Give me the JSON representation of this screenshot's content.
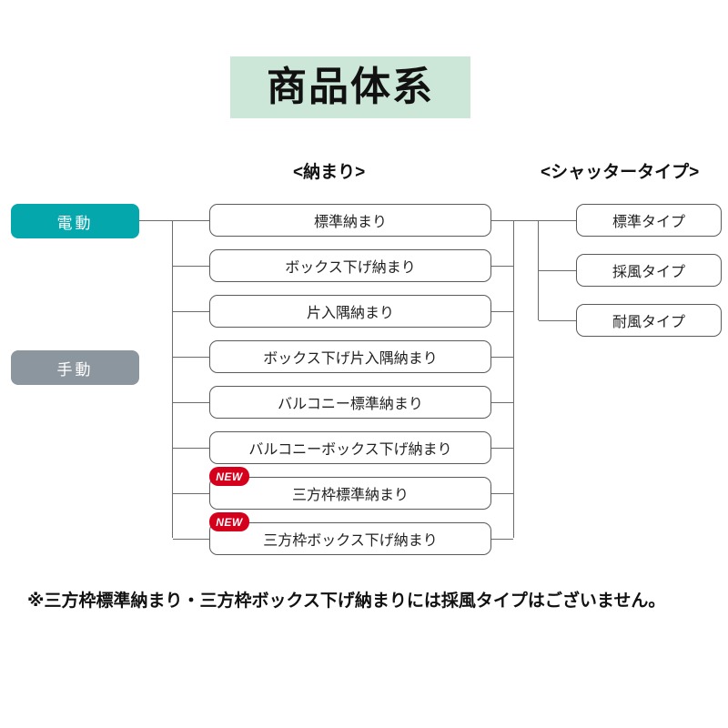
{
  "title": "商品体系",
  "column_headers": {
    "nawamari": "<納まり>",
    "shutter_type": "<シャッタータイプ>"
  },
  "root_nodes": [
    {
      "label": "電動",
      "color": "#03a7ac"
    },
    {
      "label": "手動",
      "color": "#8c969e"
    }
  ],
  "nawamari_nodes": [
    {
      "label": "標準納まり",
      "badge": ""
    },
    {
      "label": "ボックス下げ納まり",
      "badge": ""
    },
    {
      "label": "片入隅納まり",
      "badge": ""
    },
    {
      "label": "ボックス下げ片入隅納まり",
      "badge": ""
    },
    {
      "label": "バルコニー標準納まり",
      "badge": ""
    },
    {
      "label": "バルコニーボックス下げ納まり",
      "badge": ""
    },
    {
      "label": "三方枠標準納まり",
      "badge": "NEW"
    },
    {
      "label": "三方枠ボックス下げ納まり",
      "badge": "NEW"
    }
  ],
  "shutter_type_nodes": [
    {
      "label": "標準タイプ"
    },
    {
      "label": "採風タイプ"
    },
    {
      "label": "耐風タイプ"
    }
  ],
  "footnote": "※三方枠標準納まり・三方枠ボックス下げ納まりには採風タイプはございません。",
  "colors": {
    "title_background": "#cce6d8",
    "electric_teal": "#03a7ac",
    "manual_gray": "#8c969e",
    "badge_red": "#d5001c",
    "line_gray": "#6b6b6b",
    "box_border": "#5a5a5a"
  }
}
